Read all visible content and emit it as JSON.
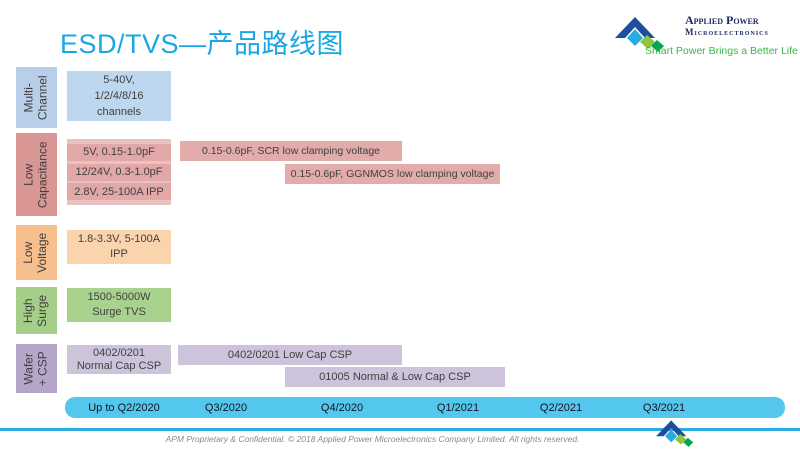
{
  "header": {
    "title": "ESD/TVS—产品路线图",
    "logo": {
      "name_line1": "Applied Power",
      "name_line2": "Microelectronics",
      "tagline": "Smart Power Brings a Better Life"
    }
  },
  "colors": {
    "title": "#1aa7e3",
    "timeline_bar": "#54c7ee",
    "footer_line": "#2aabe2",
    "row_blue": "#bdd7ee",
    "row_pink_label": "#d89694",
    "row_pink_box": "#eac3c1",
    "row_pink_bar": "#e2acab",
    "row_orange_label": "#f8bf8e",
    "row_orange_box": "#fbd3ad",
    "row_green": "#aad28f",
    "row_purple_label": "#b4a5c9",
    "row_purple_box": "#cdc3db",
    "logo_navy": "#1e2b63",
    "logo_green": "#3cb54b"
  },
  "rows": [
    {
      "label": "Multi-\nChannel",
      "box": "5-40V,\n1/2/4/8/16\nchannels"
    },
    {
      "label": "Low\nCapacitance",
      "lines": [
        "5V, 0.15-1.0pF",
        "12/24V, 0.3-1.0pF",
        "2.8V, 25-100A IPP"
      ],
      "bars": [
        "0.15-0.6pF, SCR low clamping voltage",
        "0.15-0.6pF, GGNMOS low clamping voltage"
      ]
    },
    {
      "label": "Low\nVoltage",
      "box": "1.8-3.3V, 5-100A\nIPP"
    },
    {
      "label": "High\nSurge",
      "box": "1500-5000W\nSurge TVS"
    },
    {
      "label": "Wafer\n+ CSP",
      "box": "0402/0201\nNormal Cap CSP",
      "bars": [
        "0402/0201 Low Cap CSP",
        "01005 Normal & Low Cap CSP"
      ]
    }
  ],
  "timeline": {
    "labels": [
      "Up to Q2/2020",
      "Q3/2020",
      "Q4/2020",
      "Q1/2021",
      "Q2/2021",
      "Q3/2021"
    ]
  },
  "footer": {
    "text": "APM Proprietary & Confidential.  © 2018  Applied Power Microelectronics Company Limited.  All rights reserved."
  }
}
